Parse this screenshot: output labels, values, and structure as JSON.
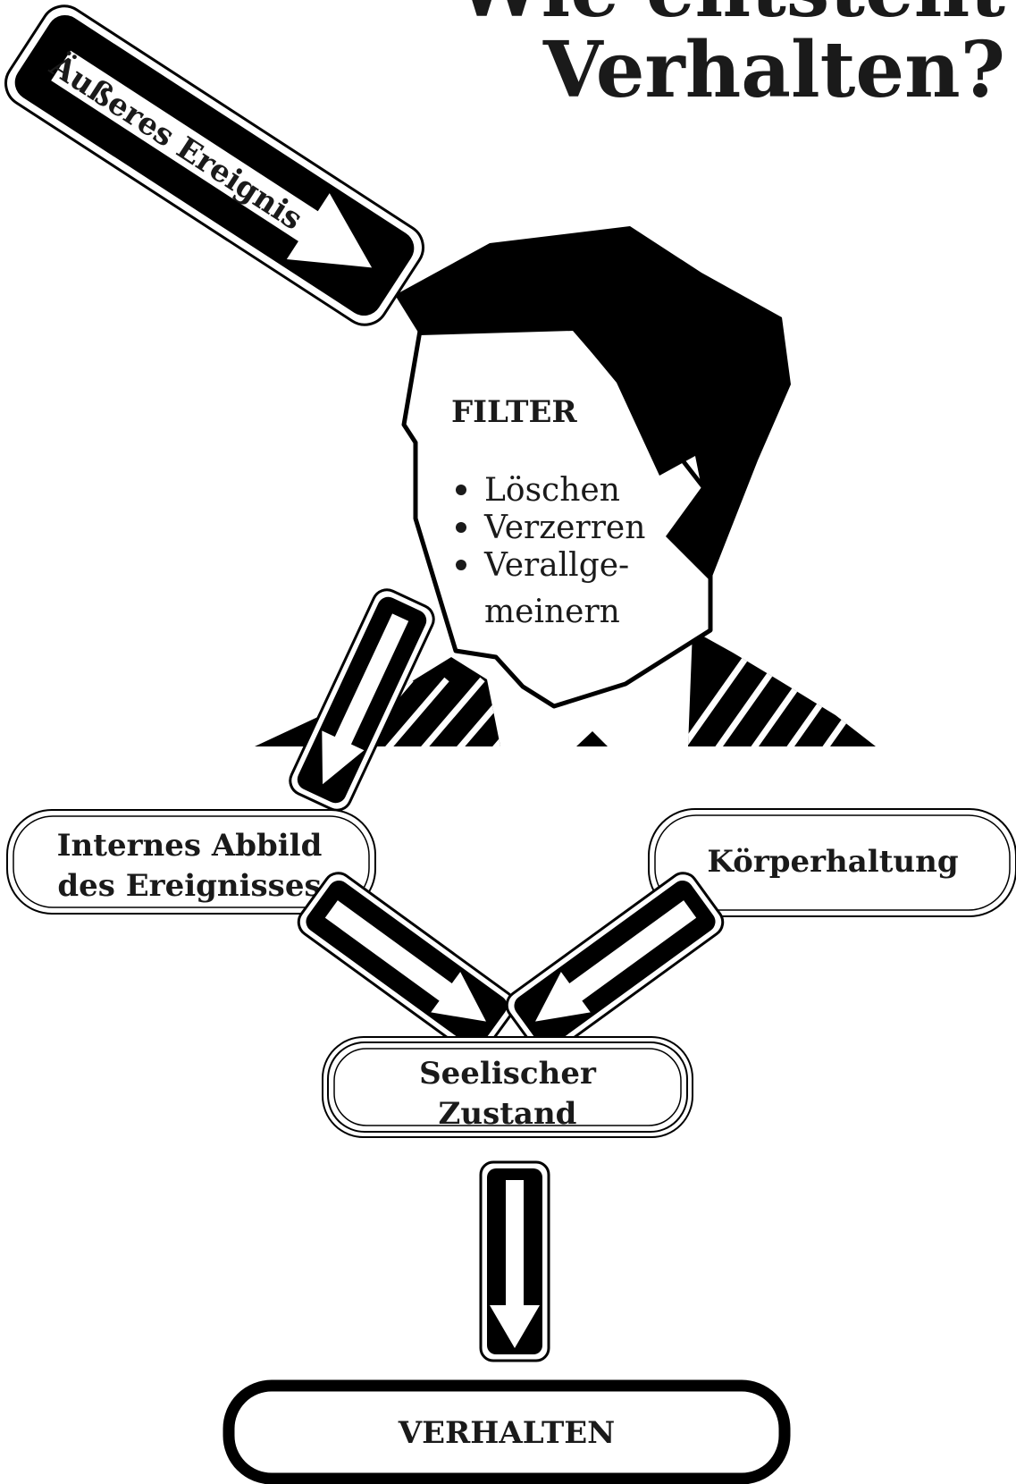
{
  "title": {
    "line1": "Wie entsteht",
    "line2": "Verhalten?"
  },
  "external_event": {
    "label": "Äußeres Ereignis"
  },
  "filter": {
    "heading": "FILTER",
    "items": [
      "Löschen",
      "Verzerren",
      "Verallge-",
      "meinern"
    ]
  },
  "internal_image": {
    "line1": "Internes Abbild",
    "line2": "des Ereignisses"
  },
  "posture": {
    "label": "Körperhaltung"
  },
  "mental_state": {
    "line1": "Seelischer",
    "line2": "Zustand"
  },
  "behavior": {
    "label": "VERHALTEN"
  },
  "colors": {
    "ink": "#000000",
    "text": "#1a1a1a",
    "paper": "#ffffff"
  }
}
